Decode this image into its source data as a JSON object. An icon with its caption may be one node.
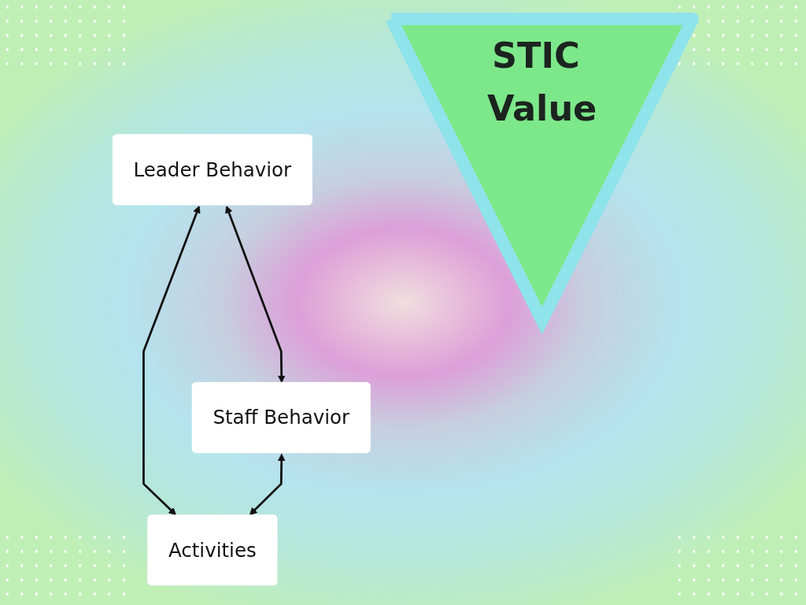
{
  "diagram": {
    "nodes": [
      {
        "text": [
          "Leader Behavior"
        ]
      },
      {
        "text": [
          "Staff Behavior"
        ]
      },
      {
        "text": [
          "STIC Value"
        ]
      },
      {
        "text": [
          "Activities"
        ]
      }
    ],
    "edges": [
      {
        "from": 0,
        "to": 1,
        "arrow": "both"
      },
      {
        "from": 0,
        "to": 3,
        "arrow": "both"
      },
      {
        "from": 1,
        "to": 3,
        "arrow": "both"
      }
    ]
  }
}
